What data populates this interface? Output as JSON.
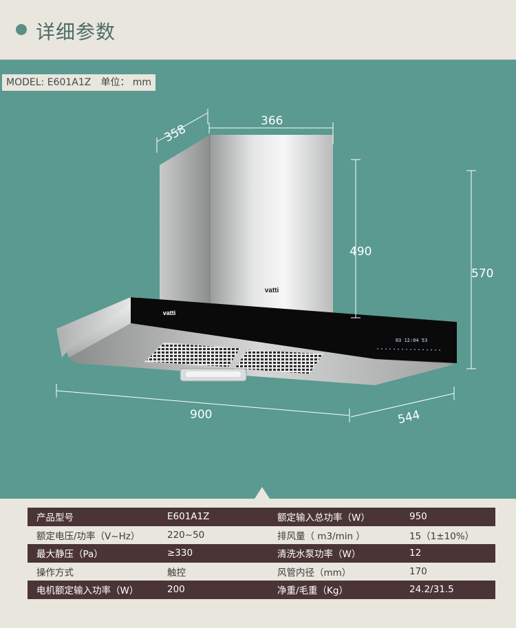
{
  "header": {
    "title": "详细参数"
  },
  "model": {
    "label": "MODEL:  E601A1Z",
    "unit": "单位：  mm"
  },
  "dimensions": {
    "top_depth": "358",
    "top_width": "366",
    "chimney_height": "490",
    "total_height": "570",
    "width": "900",
    "depth": "544"
  },
  "brand": {
    "logo_text": "vatti"
  },
  "panel": {
    "display": "03  12:04  53"
  },
  "colors": {
    "background": "#5a9a90",
    "header_bg": "#e9e6de",
    "row_dark": "#4a3436"
  },
  "specs": [
    {
      "k1": "产品型号",
      "v1": "E601A1Z",
      "k2": "额定输入总功率（W）",
      "v2": "950"
    },
    {
      "k1": "额定电压/功率（V~Hz）",
      "v1": "220~50",
      "k2": "排风量（ m3/min ）",
      "v2": "15（1±10%）"
    },
    {
      "k1": "最大静压（Pa）",
      "v1": "≥330",
      "k2": "清洗水泵功率（W）",
      "v2": "12"
    },
    {
      "k1": "操作方式",
      "v1": "触控",
      "k2": "风管内径（mm）",
      "v2": "170"
    },
    {
      "k1": "电机额定输入功率（W）",
      "v1": "200",
      "k2": "净重/毛重（Kg）",
      "v2": "24.2/31.5"
    }
  ]
}
